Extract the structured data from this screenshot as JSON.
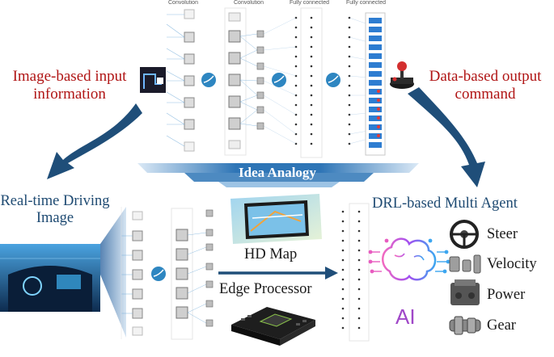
{
  "top_network": {
    "layer_labels": [
      "Convolution",
      "Convolution",
      "Fully connected",
      "Fully connected"
    ]
  },
  "labels": {
    "input": "Image-based input information",
    "output": "Data-based output command",
    "analogy": "Idea Analogy",
    "realtime": "Real-time Driving Image",
    "hdmap": "HD Map",
    "edge": "Edge Processor",
    "multiagent": "DRL-based Multi Agent",
    "ai": "AI"
  },
  "agents": [
    "Steer",
    "Velocity",
    "Power",
    "Gear"
  ],
  "colors": {
    "red_text": "#b01515",
    "blue_text": "#1e4a72",
    "arrow": "#1f4e79",
    "banner": "#2e75b6",
    "ai_purple": "#a048c8"
  }
}
